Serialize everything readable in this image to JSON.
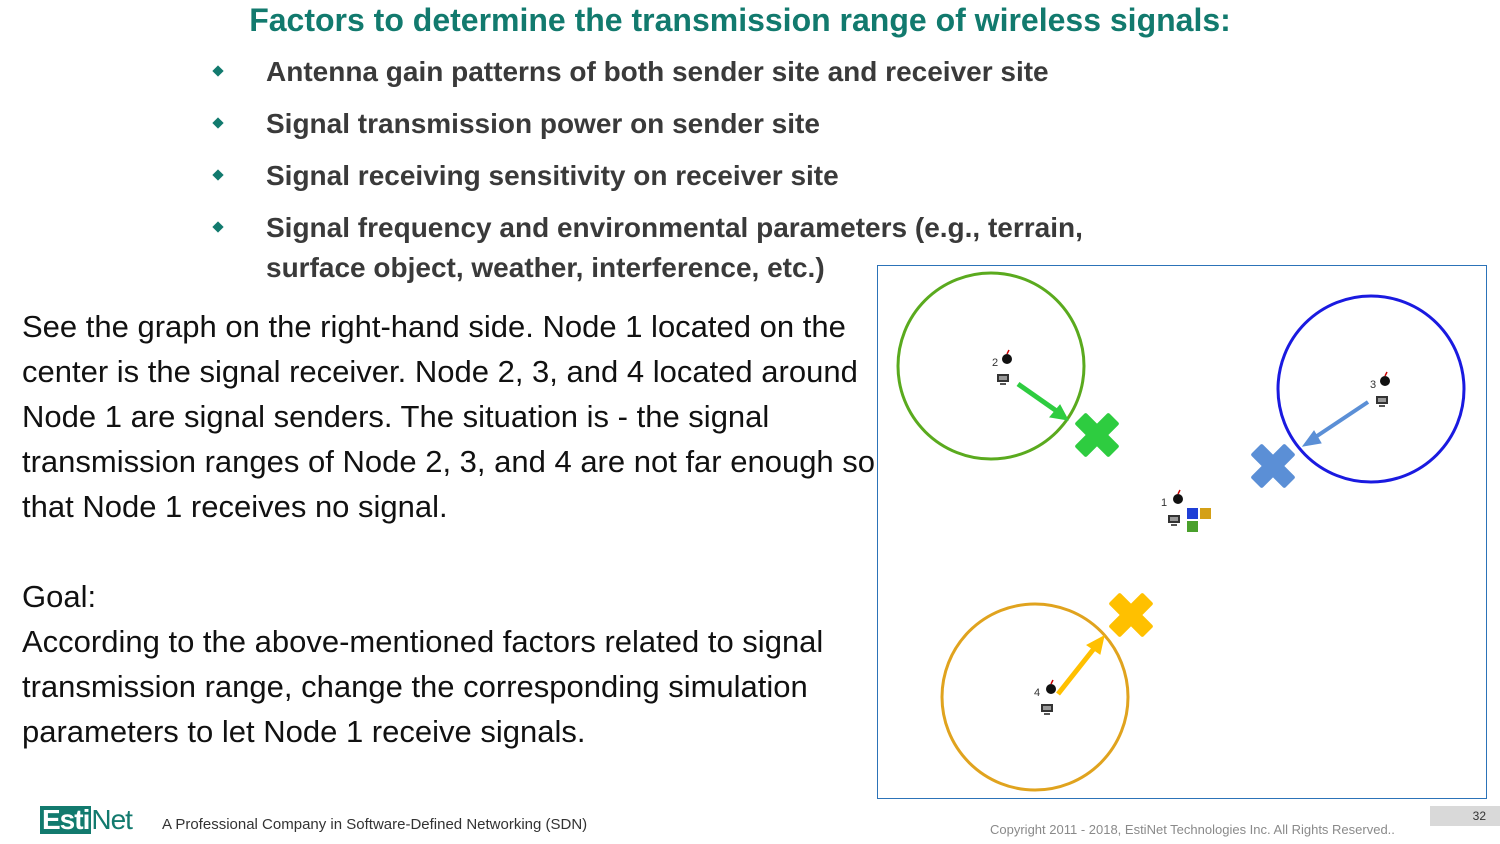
{
  "title": "Factors to determine the transmission range of wireless signals:",
  "bullets": [
    "Antenna gain patterns of both sender site and receiver site",
    "Signal transmission power on sender site",
    "Signal receiving sensitivity on receiver site",
    "Signal frequency and environmental parameters (e.g., terrain, surface object, weather, interference, etc.)"
  ],
  "description": "See the graph on the right-hand side. Node 1 located on the center is the signal receiver. Node 2, 3, and 4 located around Node 1 are signal senders. The situation is - the signal transmission ranges of Node 2, 3, and 4 are not far enough so that Node 1 receives no signal.",
  "goal_label": "Goal:",
  "goal_text": "According to the above-mentioned factors related to signal transmission range, change the corresponding simulation parameters to let Node 1 receive signals.",
  "diagram": {
    "node_labels": [
      "1",
      "2",
      "3",
      "4"
    ],
    "colors": {
      "green": "#5aaa1e",
      "blue": "#1a1ae0",
      "orange": "#e0a31e",
      "x_green": "#2ecc40",
      "x_blue": "#5b8fd6",
      "x_yellow": "#ffc000",
      "node1_blue": "#1f3fd6",
      "node1_gold": "#d4a017",
      "node1_green": "#4aa02c"
    }
  },
  "footer": {
    "logo_box": "Esti",
    "logo_rest": "Net",
    "tagline": "A Professional Company in Software-Defined Networking (SDN)",
    "copyright": "Copyright  2011 - 2018, EstiNet Technologies Inc. All Rights Reserved..",
    "page_number": "32"
  }
}
